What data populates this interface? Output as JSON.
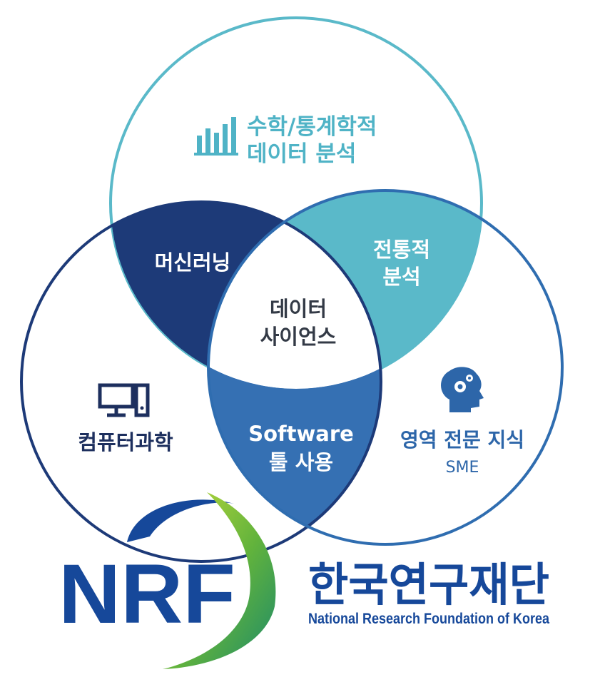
{
  "diagram": {
    "top_circle": {
      "line1": "수학/통계학적",
      "line2": "데이터 분석",
      "icon": "bar-chart-icon",
      "color": "#5ab9c9"
    },
    "left_circle": {
      "label": "컴퓨터과학",
      "icon": "computer-icon",
      "color": "#1d3a78"
    },
    "right_circle": {
      "label": "영역 전문 지식",
      "sublabel": "SME",
      "icon": "head-gears-icon",
      "color": "#2f6db0"
    },
    "overlap_left_top": {
      "label": "머신러닝",
      "color": "#1d3a78"
    },
    "overlap_right_top": {
      "line1": "전통적",
      "line2": "분석",
      "color": "#5ab9c9"
    },
    "overlap_bottom": {
      "line1": "Software",
      "line2": "툴 사용",
      "color": "#3570b3"
    },
    "center": {
      "line1": "데이터",
      "line2": "사이언스"
    }
  },
  "logo": {
    "letters": "NRF",
    "org_name_ko": "한국연구재단",
    "org_name_en": "National Research Foundation of Korea",
    "brand_color": "#16489a",
    "swoosh_color": "#8cc63f"
  }
}
